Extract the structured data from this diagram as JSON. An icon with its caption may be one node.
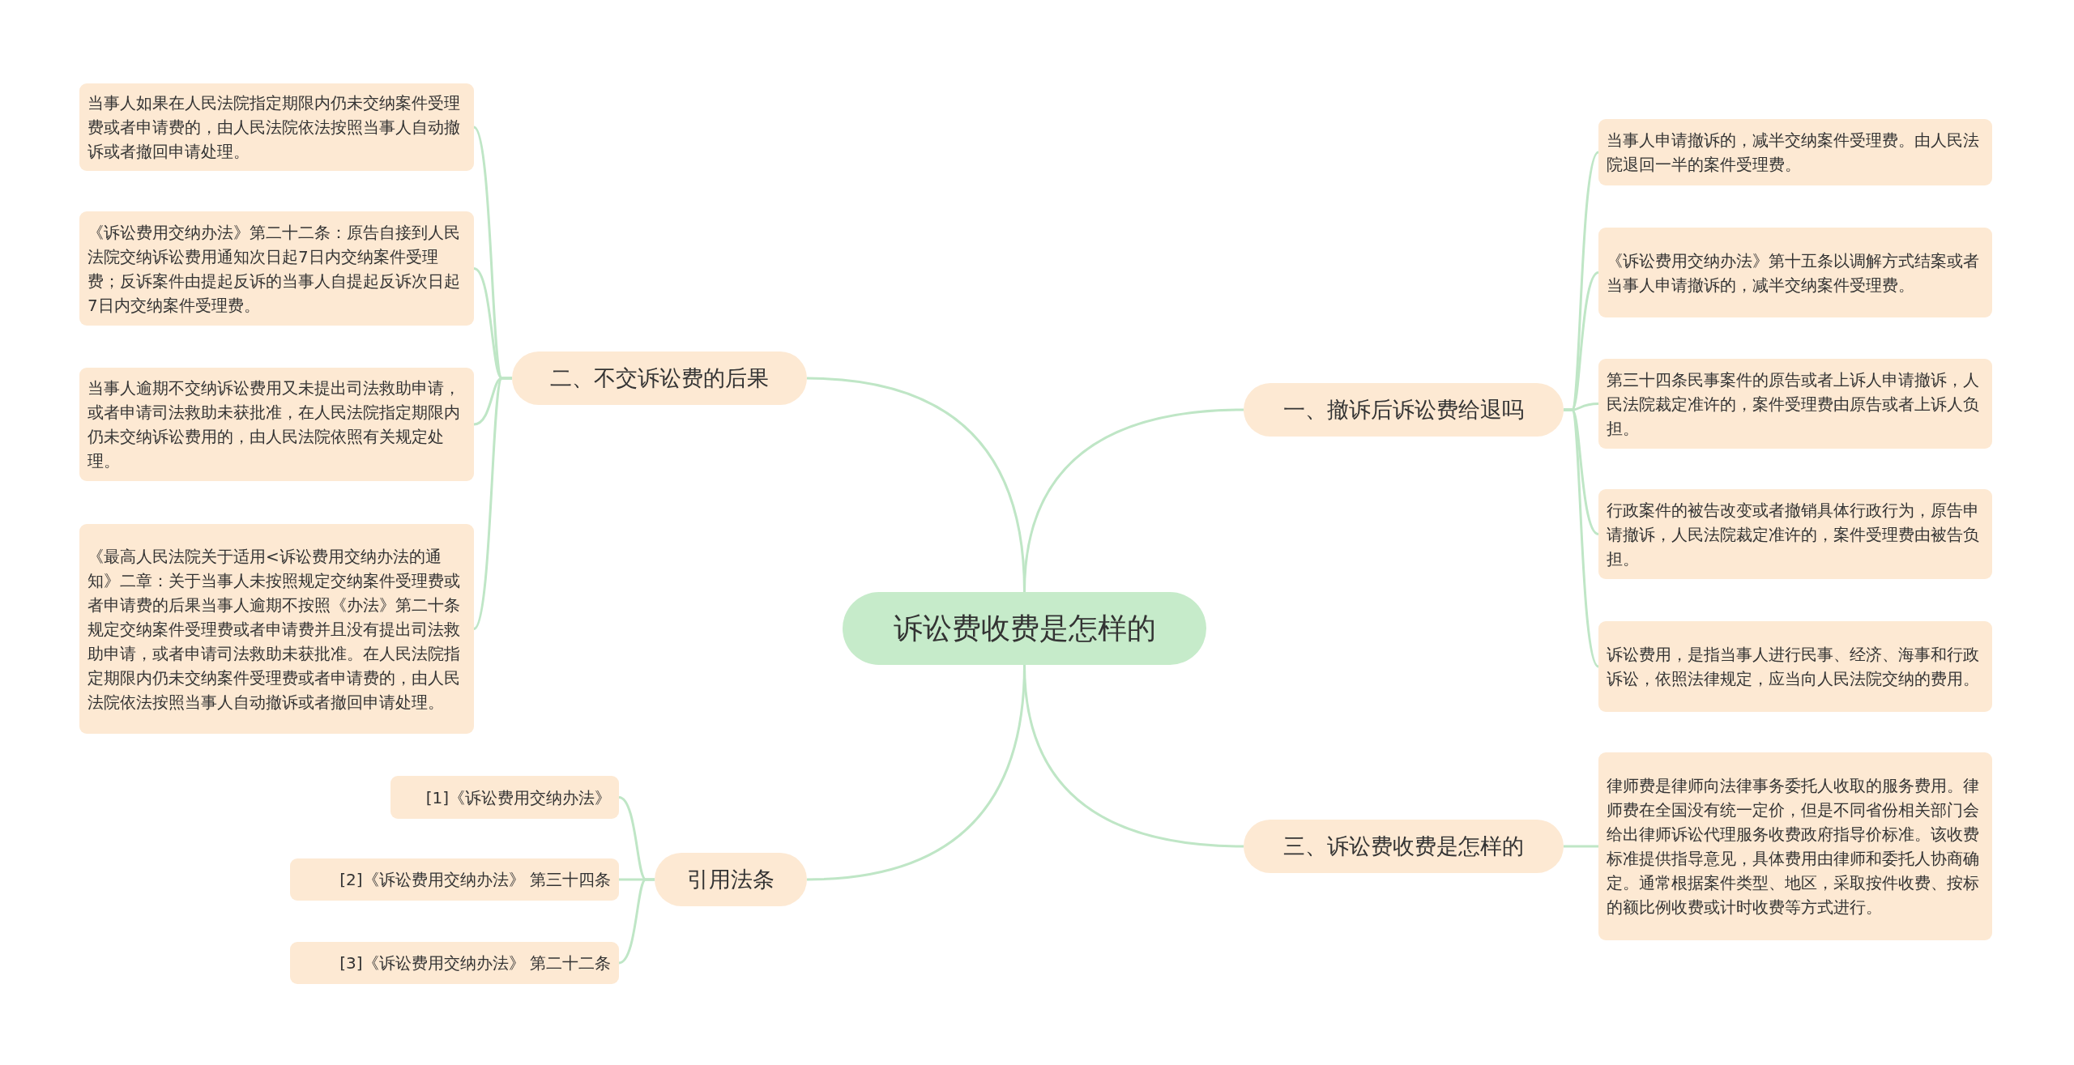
{
  "diagram": {
    "nodes": [
      {
        "text": [
          "诉讼费收费是怎样的"
        ]
      },
      {
        "text": [
          "二、不交诉讼费的后果"
        ]
      },
      {
        "text": [
          "当事人如果在人民法院指定期限内仍未交纳案件受理费或者申请费的，由人民法院依法按照当事人自动撤诉或者撤回申请处理。"
        ]
      },
      {
        "text": [
          "《诉讼费用交纳办法》第二十二条：原告自接到人民法院交纳诉讼费用通知次日起7日内交纳案件受理费；反诉案件由提起反诉的当事人自提起反诉次日起7日内交纳案件受理费。"
        ]
      },
      {
        "text": [
          "当事人逾期不交纳诉讼费用又未提出司法救助申请，或者申请司法救助未获批准，在人民法院指定期限内仍未交纳诉讼费用的，由人民法院依照有关规定处理。"
        ]
      },
      {
        "text": [
          "《最高人民法院关于适用<诉讼费用交纳办法的通知》二章：关于当事人未按照规定交纳案件受理费或者申请费的后果当事人逾期不按照《办法》第二十条规定交纳案件受理费或者申请费并且没有提出司法救助申请，或者申请司法救助未获批准。在人民法院指定期限内仍未交纳案件受理费或者申请费的，由人民法院依法按照当事人自动撤诉或者撤回申请处理。"
        ]
      },
      {
        "text": [
          "引用法条"
        ]
      },
      {
        "text": [
          "[1]《诉讼费用交纳办法》"
        ]
      },
      {
        "text": [
          "[2]《诉讼费用交纳办法》 第三十四条"
        ]
      },
      {
        "text": [
          "[3]《诉讼费用交纳办法》 第二十二条"
        ]
      },
      {
        "text": [
          "一、撤诉后诉讼费给退吗"
        ]
      },
      {
        "text": [
          "当事人申请撤诉的，减半交纳案件受理费。由人民法院退回一半的案件受理费。"
        ]
      },
      {
        "text": [
          "《诉讼费用交纳办法》第十五条以调解方式结案或者当事人申请撤诉的，减半交纳案件受理费。"
        ]
      },
      {
        "text": [
          "第三十四条民事案件的原告或者上诉人申请撤诉，人民法院裁定准许的，案件受理费由原告或者上诉人负担。"
        ]
      },
      {
        "text": [
          "行政案件的被告改变或者撤销具体行政行为，原告申请撤诉，人民法院裁定准许的，案件受理费由被告负担。"
        ]
      },
      {
        "text": [
          "诉讼费用，是指当事人进行民事、经济、海事和行政诉讼，依照法律规定，应当向人民法院交纳的费用。"
        ]
      },
      {
        "text": [
          "三、诉讼费收费是怎样的"
        ]
      },
      {
        "text": [
          "律师费是律师向法律事务委托人收取的服务费用。律师费在全国没有统一定价，但是不同省份相关部门会给出律师诉讼代理服务收费政府指导价标准。该收费标准提供指导意见，具体费用由律师和委托人协商确定。通常根据案件类型、地区，采取按件收费、按标的额比例收费或计时收费等方式进行。"
        ]
      }
    ],
    "edges": [
      {
        "from": 0,
        "to": 1,
        "arrow": "none"
      },
      {
        "from": 1,
        "to": 2,
        "arrow": "none"
      },
      {
        "from": 1,
        "to": 3,
        "arrow": "none"
      },
      {
        "from": 1,
        "to": 4,
        "arrow": "none"
      },
      {
        "from": 1,
        "to": 5,
        "arrow": "none"
      },
      {
        "from": 0,
        "to": 6,
        "arrow": "none"
      },
      {
        "from": 6,
        "to": 7,
        "arrow": "none"
      },
      {
        "from": 6,
        "to": 8,
        "arrow": "none"
      },
      {
        "from": 6,
        "to": 9,
        "arrow": "none"
      },
      {
        "from": 0,
        "to": 10,
        "arrow": "none"
      },
      {
        "from": 10,
        "to": 11,
        "arrow": "none"
      },
      {
        "from": 10,
        "to": 12,
        "arrow": "none"
      },
      {
        "from": 10,
        "to": 13,
        "arrow": "none"
      },
      {
        "from": 10,
        "to": 14,
        "arrow": "none"
      },
      {
        "from": 10,
        "to": 15,
        "arrow": "none"
      },
      {
        "from": 0,
        "to": 16,
        "arrow": "none"
      },
      {
        "from": 16,
        "to": 17,
        "arrow": "none"
      }
    ]
  }
}
